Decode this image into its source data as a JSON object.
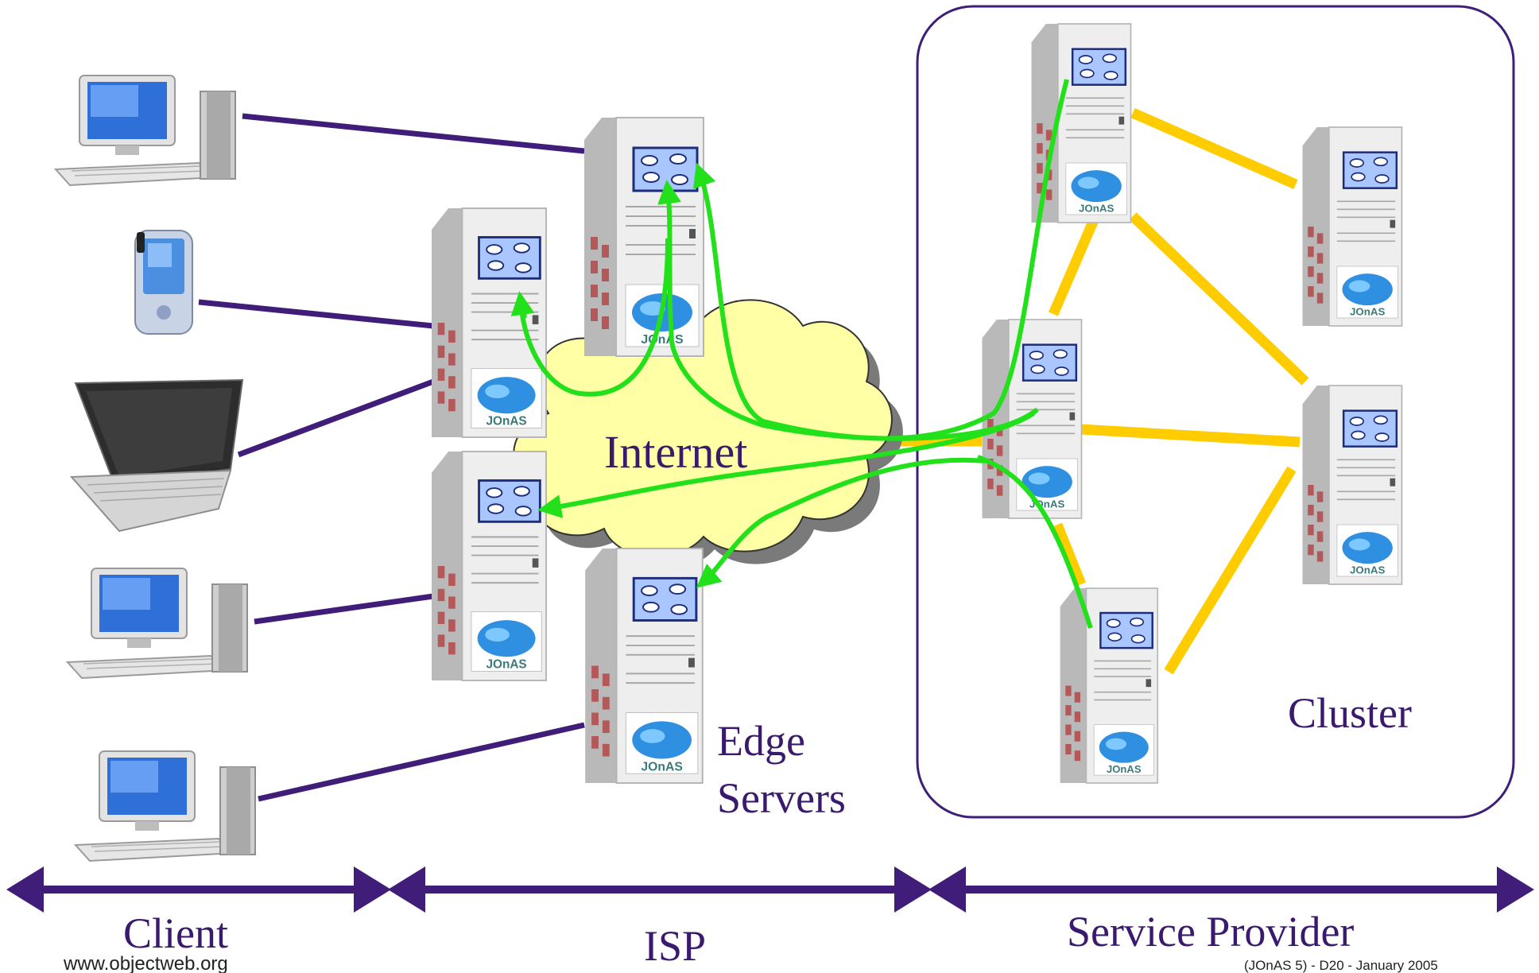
{
  "labels": {
    "internet": "Internet",
    "edge_line1": "Edge",
    "edge_line2": "Servers",
    "cluster": "Cluster",
    "client": "Client",
    "isp": "ISP",
    "service_provider": "Service Provider"
  },
  "footer": {
    "website": "www.objectweb.org",
    "version": "(JOnAS 5)  - D20 - January 2005"
  },
  "server_badge": "JOnAS",
  "colors": {
    "label_purple": "#3a1a6e",
    "link_purple": "#3f1d78",
    "cluster_link_yellow": "#ffcc00",
    "flow_green": "#22e01a",
    "cloud_fill": "#ffffa6",
    "arrow_purple": "#3f1d78"
  },
  "icons": [
    "desktop-computer-icon",
    "pda-icon",
    "laptop-icon",
    "tower-server-icon",
    "cloud-icon"
  ]
}
